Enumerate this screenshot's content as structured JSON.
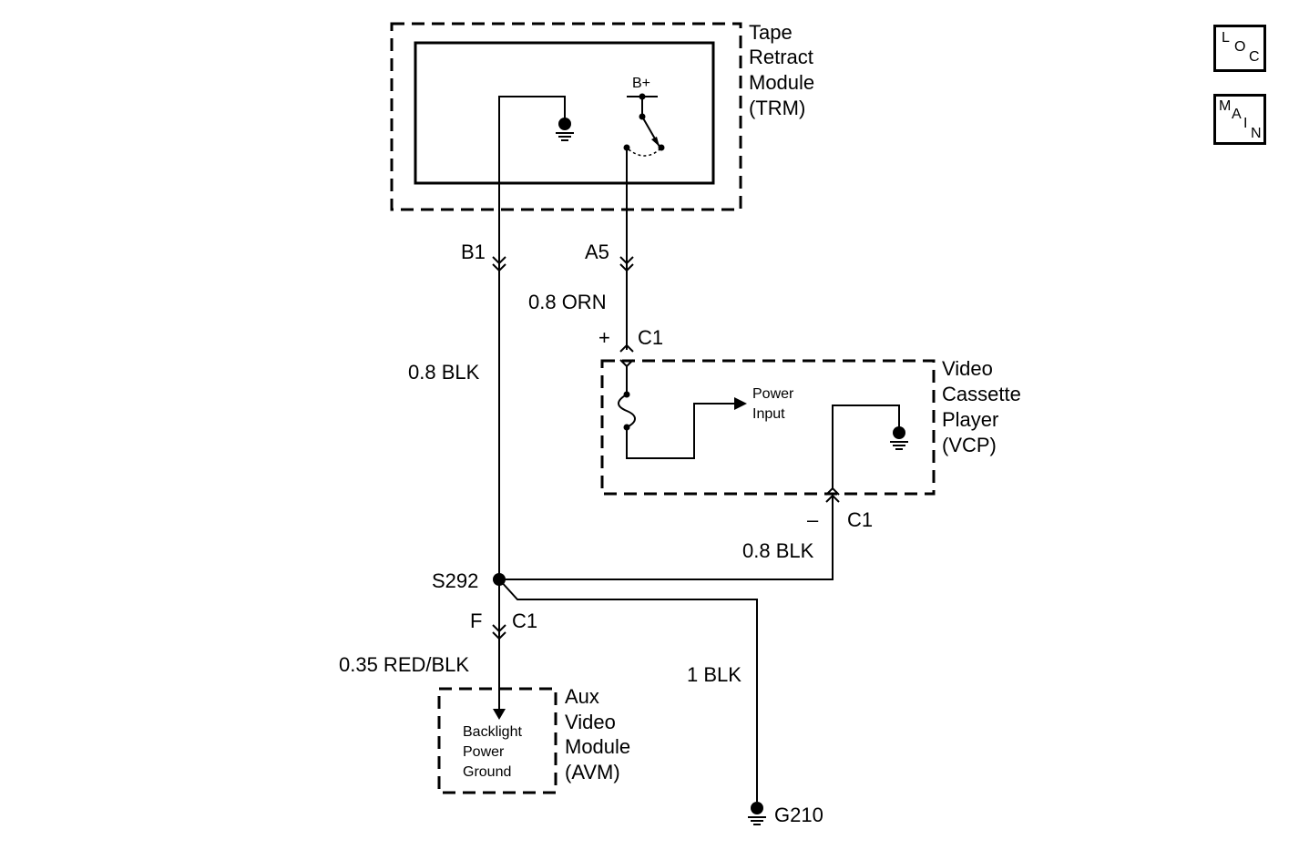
{
  "modules": {
    "trm": {
      "name_lines": [
        "Tape",
        "Retract",
        "Module",
        "(TRM)"
      ],
      "bplus": "B+"
    },
    "vcp": {
      "name_lines": [
        "Video",
        "Cassette",
        "Player",
        "(VCP)"
      ],
      "power_input_lines": [
        "Power",
        "Input"
      ]
    },
    "avm": {
      "name_lines": [
        "Aux",
        "Video",
        "Module",
        "(AVM)"
      ],
      "inner_lines": [
        "Backlight",
        "Power",
        "Ground"
      ]
    }
  },
  "pins": {
    "b1": "B1",
    "a5": "A5",
    "f": "F"
  },
  "connectors": {
    "vcp_top": "C1",
    "vcp_bottom": "C1",
    "avm": "C1",
    "plus": "+",
    "minus": "–"
  },
  "wires": {
    "trm_ground": "0.8 BLK",
    "trm_power": "0.8 ORN",
    "vcp_ground": "0.8 BLK",
    "avm_ground": "0.35 RED/BLK",
    "main_ground": "1 BLK"
  },
  "splice": "S292",
  "ground": "G210",
  "nav": {
    "loc": {
      "l": "L",
      "o": "O",
      "c": "C"
    },
    "main": {
      "m": "M",
      "a": "A",
      "i": "I",
      "n": "N"
    }
  }
}
